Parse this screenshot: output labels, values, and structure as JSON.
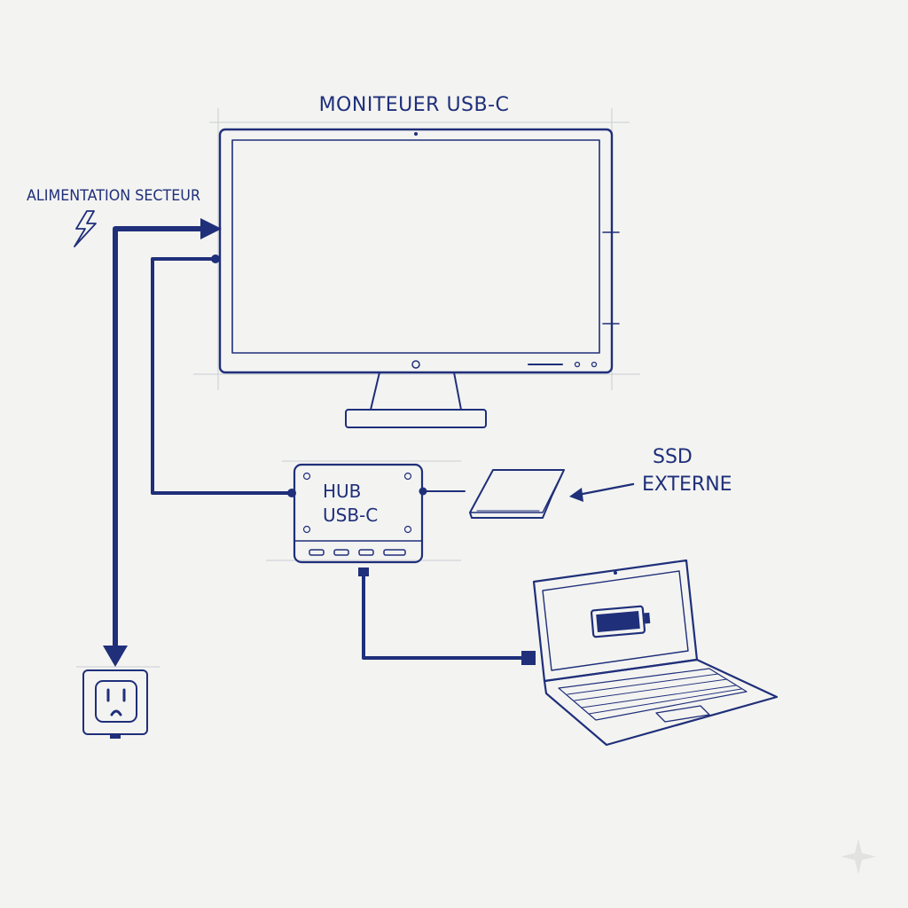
{
  "colors": {
    "ink": "#1f2f7a",
    "paper": "#f3f3f1",
    "guide": "#c9ccd3"
  },
  "labels": {
    "monitor": "MONITEUER USB-C",
    "power": "ALIMENTATION SECTEUR",
    "hub_line1": "HUB",
    "hub_line2": "USB-C",
    "ssd_line1": "SSD",
    "ssd_line2": "EXTERNE"
  },
  "icons": {
    "power": "lightning-bolt-icon",
    "outlet": "wall-outlet-icon",
    "battery": "battery-icon",
    "monitor": "monitor-icon",
    "laptop": "laptop-icon",
    "ssd": "external-ssd-icon",
    "hub": "usb-hub-icon"
  }
}
